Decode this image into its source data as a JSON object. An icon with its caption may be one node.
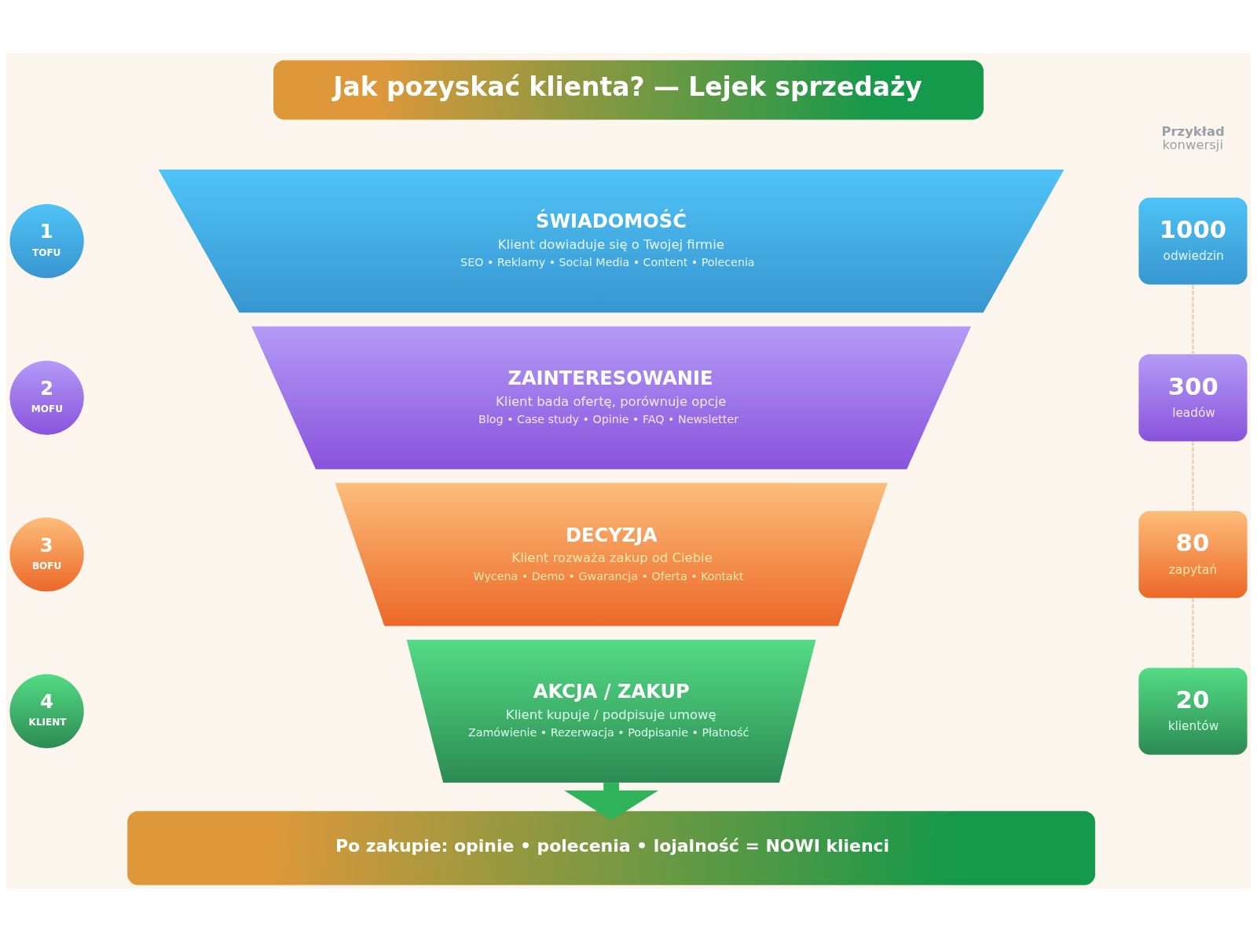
{
  "diagram": {
    "title": "Jak pozyskać klienta? — Lejek sprzedaży",
    "nodes": [
      {
        "text": [
          "1",
          "TOFU"
        ]
      },
      {
        "text": [
          "ŚWIADOMOŚĆ",
          "Klient dowiaduje się o Twojej firmie",
          "SEO • Reklamy • Social Media • Content • Polecenia"
        ]
      },
      {
        "text": [
          "1000",
          "odwiedzin"
        ]
      },
      {
        "text": [
          "2",
          "MOFU"
        ]
      },
      {
        "text": [
          "ZAINTERESOWANIE",
          "Klient bada ofertę, porównuje opcje",
          "Blog • Case study • Opinie • FAQ • Newsletter"
        ]
      },
      {
        "text": [
          "300",
          "leadów"
        ]
      },
      {
        "text": [
          "3",
          "BOFU"
        ]
      },
      {
        "text": [
          "DECYZJA",
          "Klient rozważa zakup od Ciebie",
          "Wycena • Demo • Gwarancja • Oferta • Kontakt"
        ]
      },
      {
        "text": [
          "80",
          "zapytań"
        ]
      },
      {
        "text": [
          "4",
          "KLIENT"
        ]
      },
      {
        "text": [
          "AKCJA / ZAKUP",
          "Klient kupuje / podpisuje umowę",
          "Zamówienie • Rezerwacja • Podpisanie • Płatność"
        ]
      },
      {
        "text": [
          "20",
          "klientów"
        ]
      },
      {
        "text": [
          "Po zakupie: opinie • polecenia • lojalność = NOWI klienci"
        ]
      }
    ],
    "edges": [
      {
        "from": 2,
        "to": 5,
        "arrow": "none",
        "style": "dashed"
      },
      {
        "from": 5,
        "to": 8,
        "arrow": "none",
        "style": "dashed"
      },
      {
        "from": 8,
        "to": 11,
        "arrow": "none",
        "style": "dashed"
      },
      {
        "from": 10,
        "to": 12,
        "arrow": "to",
        "style": "thick",
        "color": "#2fb35a"
      }
    ],
    "labels": [
      "Przykład konwersji"
    ]
  }
}
